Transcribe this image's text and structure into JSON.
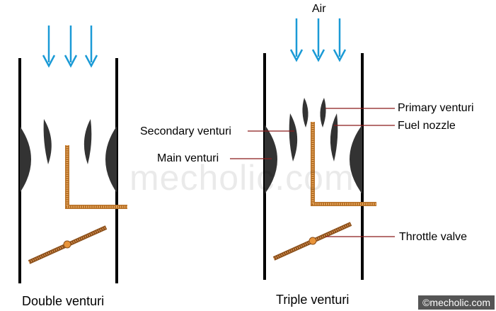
{
  "labels": {
    "air": "Air",
    "primary_venturi": "Primary venturi",
    "secondary_venturi": "Secondary venturi",
    "fuel_nozzle": "Fuel nozzle",
    "main_venturi": "Main venturi",
    "throttle_valve": "Throttle valve"
  },
  "captions": {
    "double": "Double venturi",
    "triple": "Triple venturi"
  },
  "watermark": "mecholic.com",
  "copyright": "©mecholic.com",
  "colors": {
    "arrow": "#1a9ad6",
    "wall": "#000000",
    "venturi": "#333333",
    "nozzle": "#e8943a",
    "leader": "#8b1a1a"
  }
}
